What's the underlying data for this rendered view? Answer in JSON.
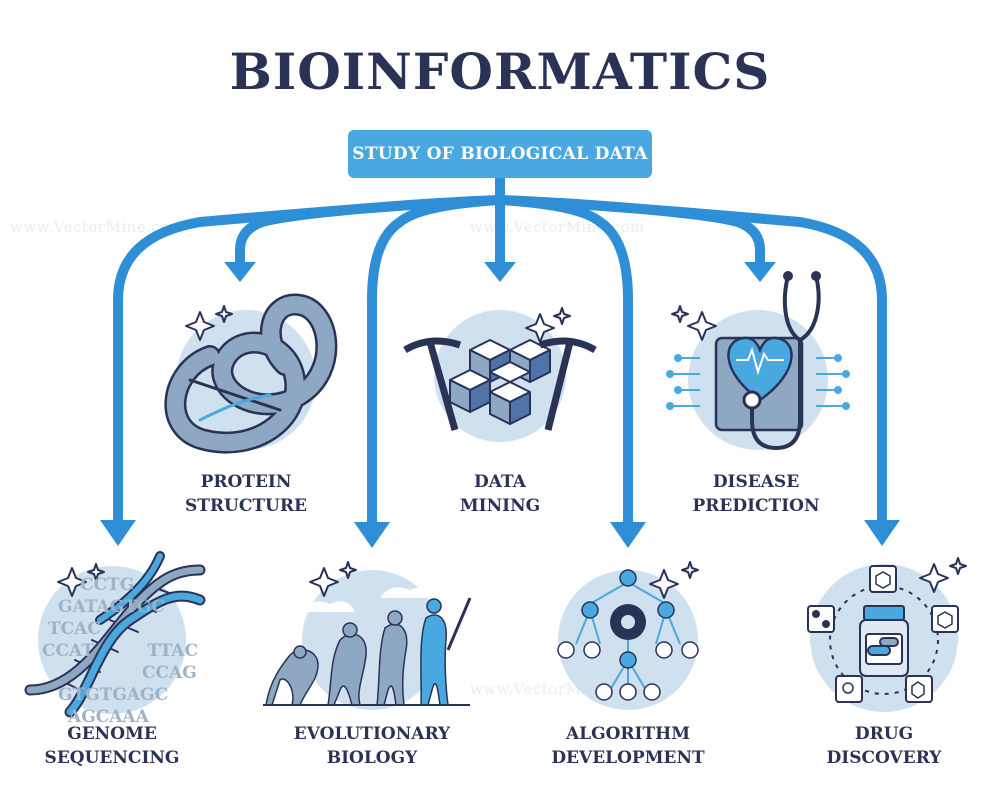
{
  "title": "BIOINFORMATICS",
  "root": {
    "label": "STUDY OF BIOLOGICAL DATA"
  },
  "watermark": "www.VectorMine.com",
  "dna_letters": [
    "CCTG",
    "GATAGTGC",
    "TCAC",
    "CCAT",
    "TTAC",
    "CCAG",
    "GTGTGAGC",
    "AGCAAA"
  ],
  "branches": {
    "top": [
      {
        "id": "protein",
        "line1": "PROTEIN",
        "line2": "STRUCTURE",
        "icon": "protein-fold-icon"
      },
      {
        "id": "datamining",
        "line1": "DATA",
        "line2": "MINING",
        "icon": "data-mining-icon"
      },
      {
        "id": "disease",
        "line1": "DISEASE",
        "line2": "PREDICTION",
        "icon": "disease-prediction-icon"
      }
    ],
    "bottom": [
      {
        "id": "genome",
        "line1": "GENOME",
        "line2": "SEQUENCING",
        "icon": "dna-helix-icon"
      },
      {
        "id": "evolution",
        "line1": "EVOLUTIONARY",
        "line2": "BIOLOGY",
        "icon": "human-evolution-icon"
      },
      {
        "id": "algorithm",
        "line1": "ALGORITHM",
        "line2": "DEVELOPMENT",
        "icon": "algorithm-network-icon"
      },
      {
        "id": "drug",
        "line1": "DRUG",
        "line2": "DISCOVERY",
        "icon": "pill-bottle-icon"
      }
    ]
  },
  "colors": {
    "arrow": "#2f8fd6",
    "dark": "#2a3356",
    "circle": "#cfe0ef",
    "accent": "#4aa8e0",
    "icon_fill": "#8ea8c4"
  }
}
